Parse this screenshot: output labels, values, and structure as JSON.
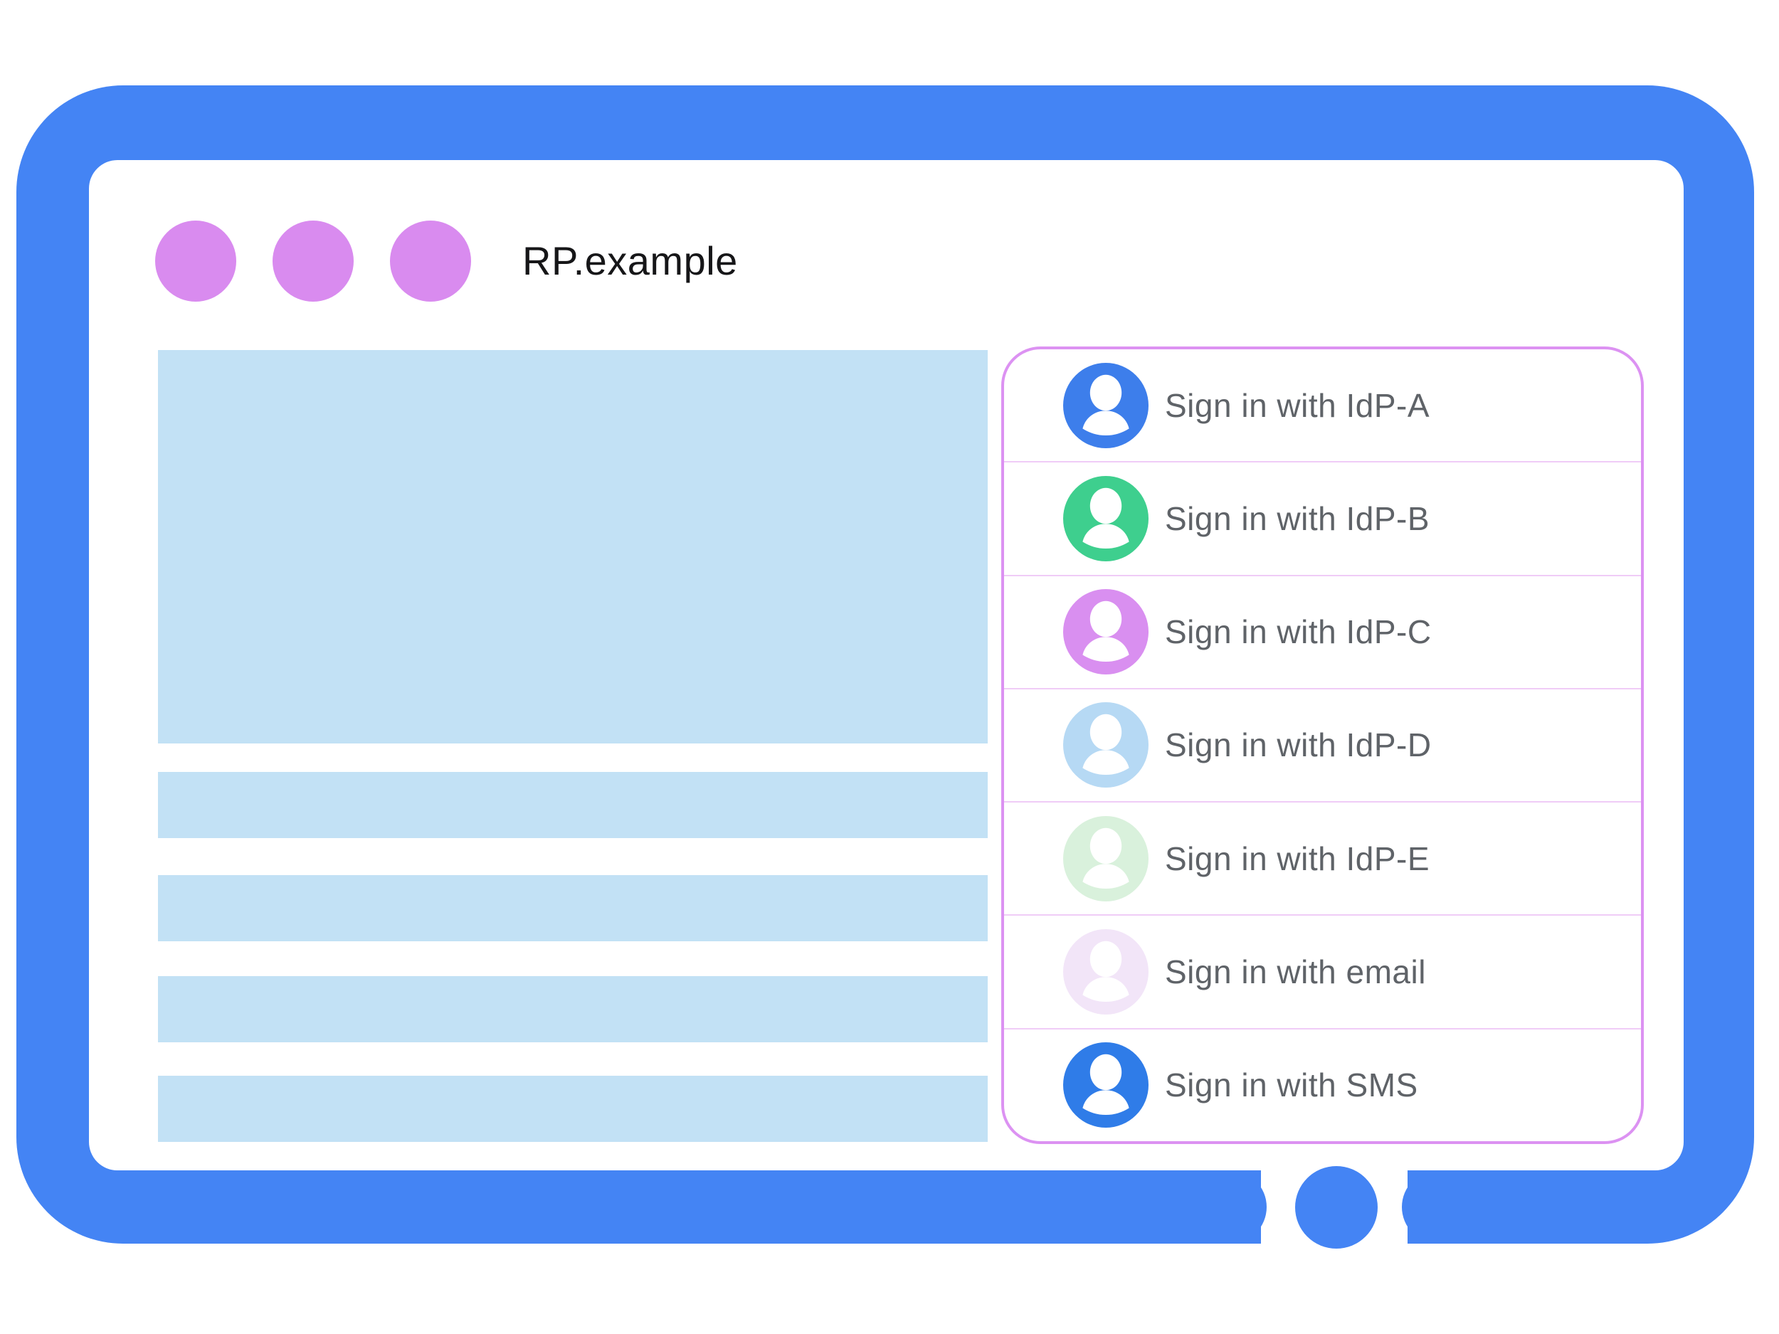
{
  "window": {
    "title": "RP.example"
  },
  "theme": {
    "frame": "#4484F4",
    "window_dot": "#D98BEF",
    "skeleton_block": "#C2E1F5",
    "panel_border": "#DC92F2",
    "panel_divider": "#F0CCF7",
    "label_text": "#5F6368",
    "title_text": "#161618"
  },
  "signin_panel": {
    "options": [
      {
        "label": "Sign in with IdP-A",
        "avatar_color": "#3D7EEB"
      },
      {
        "label": "Sign in with IdP-B",
        "avatar_color": "#3ECF8E"
      },
      {
        "label": "Sign in with IdP-C",
        "avatar_color": "#D98FF0"
      },
      {
        "label": "Sign in with IdP-D",
        "avatar_color": "#B6D9F4"
      },
      {
        "label": "Sign in with IdP-E",
        "avatar_color": "#D9F1DC"
      },
      {
        "label": "Sign in with email",
        "avatar_color": "#F2E5F8"
      },
      {
        "label": "Sign in with SMS",
        "avatar_color": "#2F7CE8"
      }
    ]
  }
}
